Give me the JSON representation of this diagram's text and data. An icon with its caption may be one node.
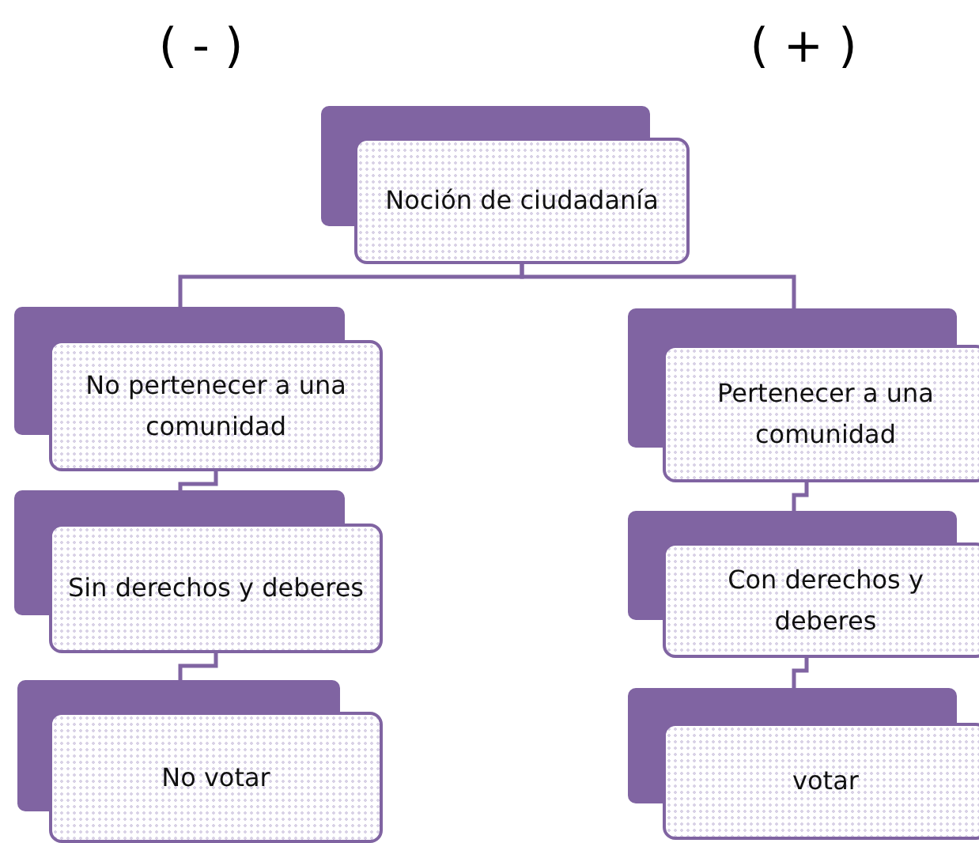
{
  "diagram": {
    "nodes": [
      {
        "text": [
          "Noción de ciudadanía"
        ]
      },
      {
        "text": [
          "No pertenecer a una comunidad"
        ]
      },
      {
        "text": [
          "Sin derechos y deberes"
        ]
      },
      {
        "text": [
          "No votar"
        ]
      },
      {
        "text": [
          "Pertenecer a una comunidad"
        ]
      },
      {
        "text": [
          "Con derechos y deberes"
        ]
      },
      {
        "text": [
          "votar"
        ]
      }
    ],
    "edges": [
      {
        "from": 0,
        "to": 1,
        "arrow": "none"
      },
      {
        "from": 0,
        "to": 4,
        "arrow": "none"
      },
      {
        "from": 1,
        "to": 2,
        "arrow": "none"
      },
      {
        "from": 2,
        "to": 3,
        "arrow": "none"
      },
      {
        "from": 4,
        "to": 5,
        "arrow": "none"
      },
      {
        "from": 5,
        "to": 6,
        "arrow": "none"
      }
    ],
    "labels": [
      "( - )",
      "( + )"
    ]
  }
}
